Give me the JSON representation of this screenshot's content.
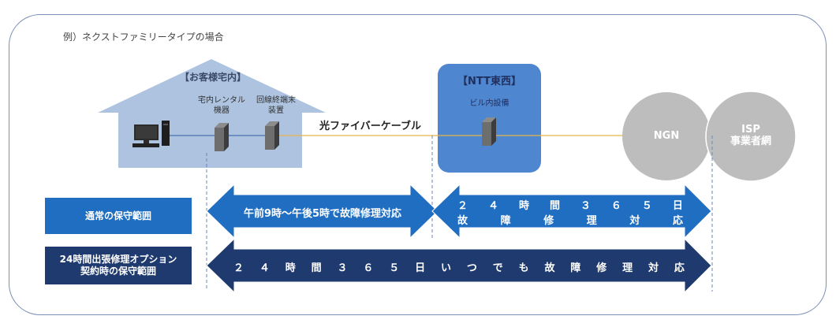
{
  "caption": "例）ネクストファミリータイプの場合",
  "house": {
    "title": "【お客様宅内】",
    "rental_label_1": "宅内レンタル",
    "rental_label_2": "機器",
    "onu_label_1": "回線終端末",
    "onu_label_2": "装置"
  },
  "fiber_label": "光ファイバーケーブル",
  "ntt": {
    "title": "【NTT東西】",
    "sub": "ビル内設備"
  },
  "ngn_label": "NGN",
  "isp": {
    "line1": "ISP",
    "line2": "事業者網"
  },
  "rows": [
    {
      "label": "通常の保守範囲",
      "left_text": "午前9時～午後5時で故障修理対応",
      "right_top": [
        "２",
        "４",
        "時",
        "間",
        "３",
        "６",
        "５",
        "日"
      ],
      "right_bottom": [
        "故",
        "障",
        "修",
        "理",
        "対",
        "応"
      ]
    },
    {
      "label_1": "24時間出張修理オプション",
      "label_2": "契約時の保守範囲",
      "text": [
        "２",
        "４",
        "時",
        "間",
        "３",
        "６",
        "５",
        "日",
        "い",
        "つ",
        "で",
        "も",
        "故",
        "障",
        "修",
        "理",
        "対",
        "応"
      ]
    }
  ],
  "colors": {
    "house": "#adc3df",
    "ntt_box": "#4f86d0",
    "circle": "#bdbdbd",
    "label_blue": "#1f6ec2",
    "label_dark": "#1f3a6e",
    "arrow_blue": "#1f6ec2",
    "arrow_dark": "#1f3a6e",
    "fiber": "#e8b44a"
  }
}
